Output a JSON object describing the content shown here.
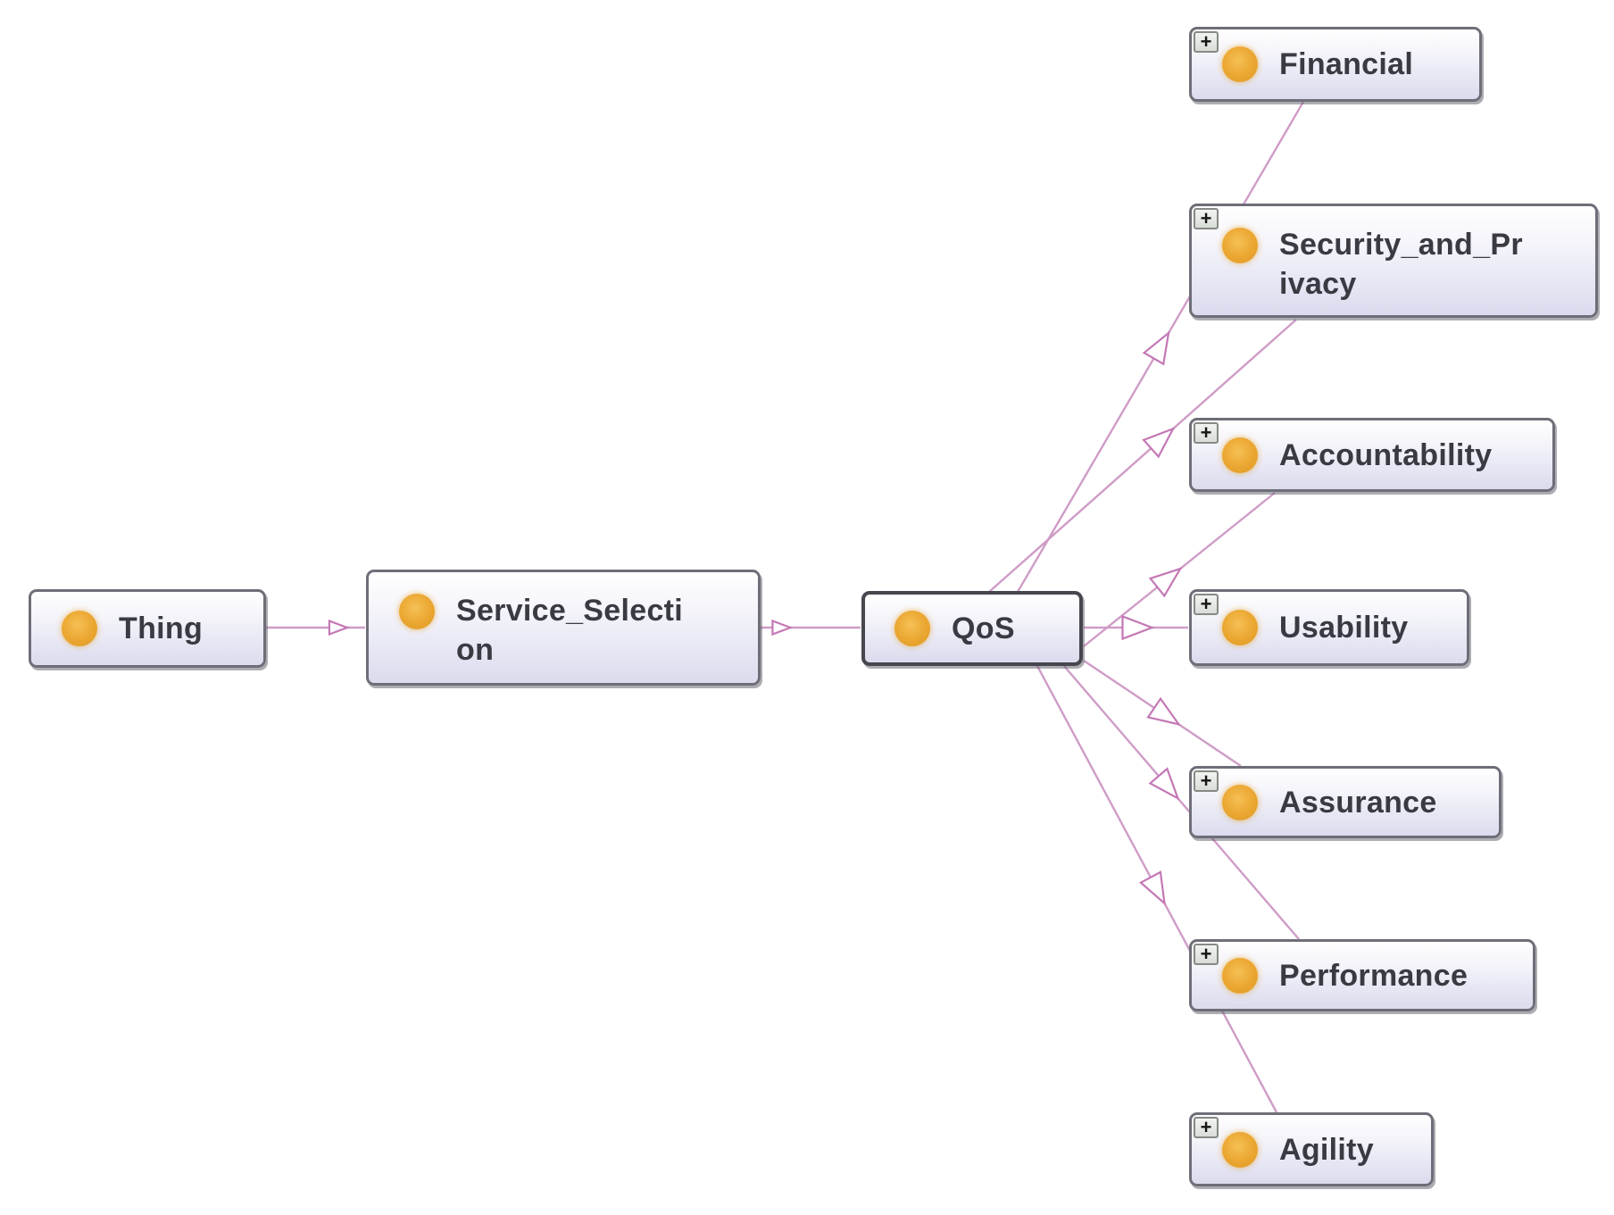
{
  "diagram": {
    "tool": "ontology-graph-view",
    "expander_glyph": "+",
    "colors": {
      "edge": "#cf9cc7",
      "arrowhead_stroke": "#c478b5",
      "arrowhead_fill": "#ffffff",
      "node_icon": "#eaa630",
      "node_border": "#6e6e79",
      "label_text": "#3a3a43"
    },
    "nodes": [
      {
        "id": "thing",
        "label": "Thing",
        "name": "Thing",
        "expandable": false
      },
      {
        "id": "service_selection",
        "label": "Service_Selecti\non",
        "name": "Service_Selection",
        "expandable": false
      },
      {
        "id": "qos",
        "label": "QoS",
        "name": "QoS",
        "expandable": false
      },
      {
        "id": "financial",
        "label": "Financial",
        "name": "Financial",
        "expandable": true
      },
      {
        "id": "security_and_privacy",
        "label": "Security_and_Pr\nivacy",
        "name": "Security_and_Privacy",
        "expandable": true
      },
      {
        "id": "accountability",
        "label": "Accountability",
        "name": "Accountability",
        "expandable": true
      },
      {
        "id": "usability",
        "label": "Usability",
        "name": "Usability",
        "expandable": true
      },
      {
        "id": "assurance",
        "label": "Assurance",
        "name": "Assurance",
        "expandable": true
      },
      {
        "id": "performance",
        "label": "Performance",
        "name": "Performance",
        "expandable": true
      },
      {
        "id": "agility",
        "label": "Agility",
        "name": "Agility",
        "expandable": true
      }
    ],
    "edges": [
      {
        "from": "Thing",
        "to": "Service_Selection"
      },
      {
        "from": "Service_Selection",
        "to": "QoS"
      },
      {
        "from": "QoS",
        "to": "Financial"
      },
      {
        "from": "QoS",
        "to": "Security_and_Privacy"
      },
      {
        "from": "QoS",
        "to": "Accountability"
      },
      {
        "from": "QoS",
        "to": "Usability"
      },
      {
        "from": "QoS",
        "to": "Assurance"
      },
      {
        "from": "QoS",
        "to": "Performance"
      },
      {
        "from": "QoS",
        "to": "Agility"
      }
    ]
  }
}
